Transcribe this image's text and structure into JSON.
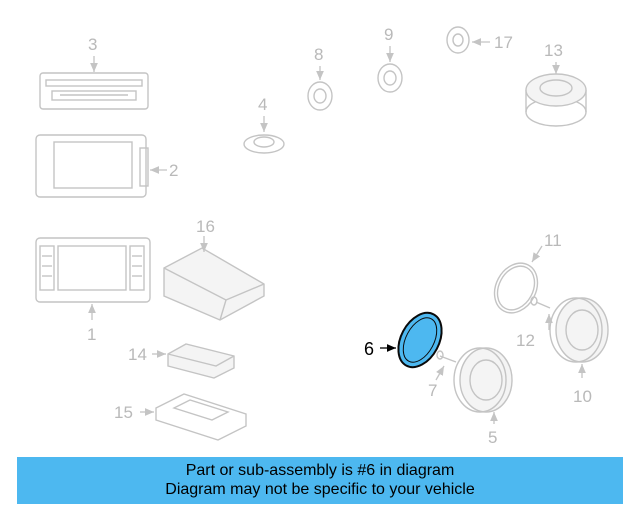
{
  "callouts": {
    "c1": "1",
    "c2": "2",
    "c3": "3",
    "c4": "4",
    "c5": "5",
    "c6": "6",
    "c7": "7",
    "c8": "8",
    "c9": "9",
    "c10": "10",
    "c11": "11",
    "c12": "12",
    "c13": "13",
    "c14": "14",
    "c15": "15",
    "c16": "16",
    "c17": "17"
  },
  "highlight": {
    "part_number": "6",
    "color": "#4db8f0",
    "outline": "#0a0a0a"
  },
  "banner": {
    "line1": "Part or sub-assembly is #6 in diagram",
    "line2": "Diagram may not be specific to your vehicle",
    "color": "#4db8f0"
  }
}
